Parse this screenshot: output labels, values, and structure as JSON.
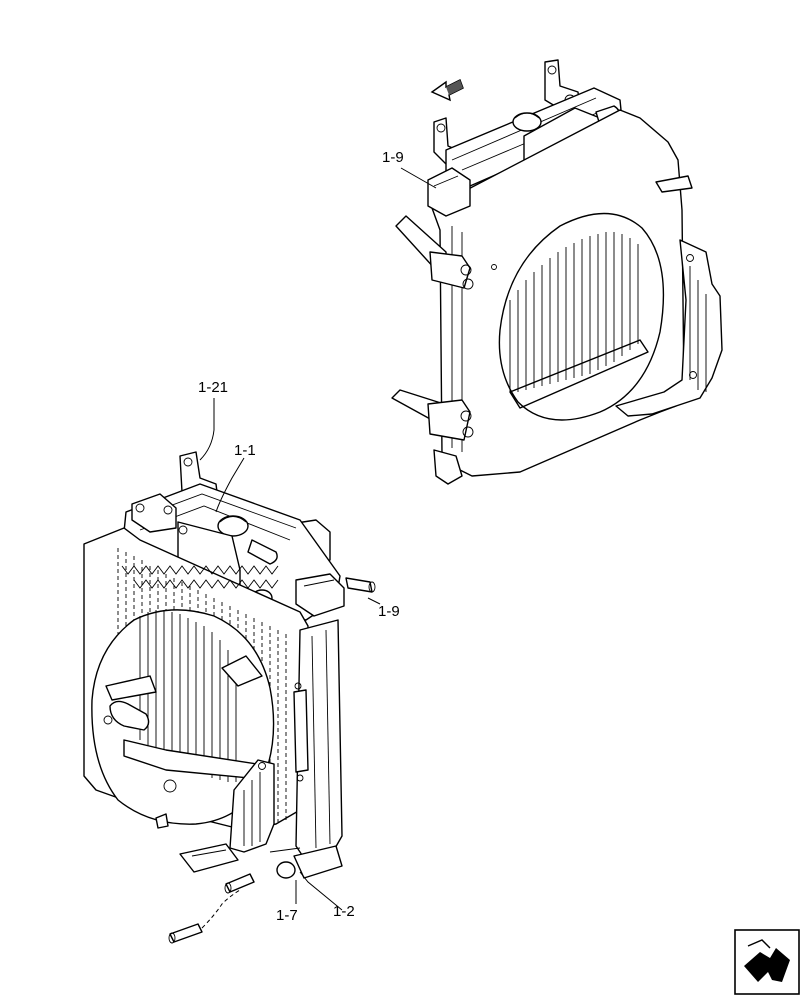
{
  "callouts": {
    "top_1_9": "1-9",
    "label_1_21": "1-21",
    "label_1_1": "1-1",
    "bottom_1_9": "1-9",
    "label_1_7": "1-7",
    "label_1_2": "1-2"
  },
  "icons": {
    "direction_arrow": "direction-arrow-icon",
    "next_page": "next-page-icon"
  },
  "colors": {
    "line": "#000000",
    "background": "#ffffff"
  }
}
